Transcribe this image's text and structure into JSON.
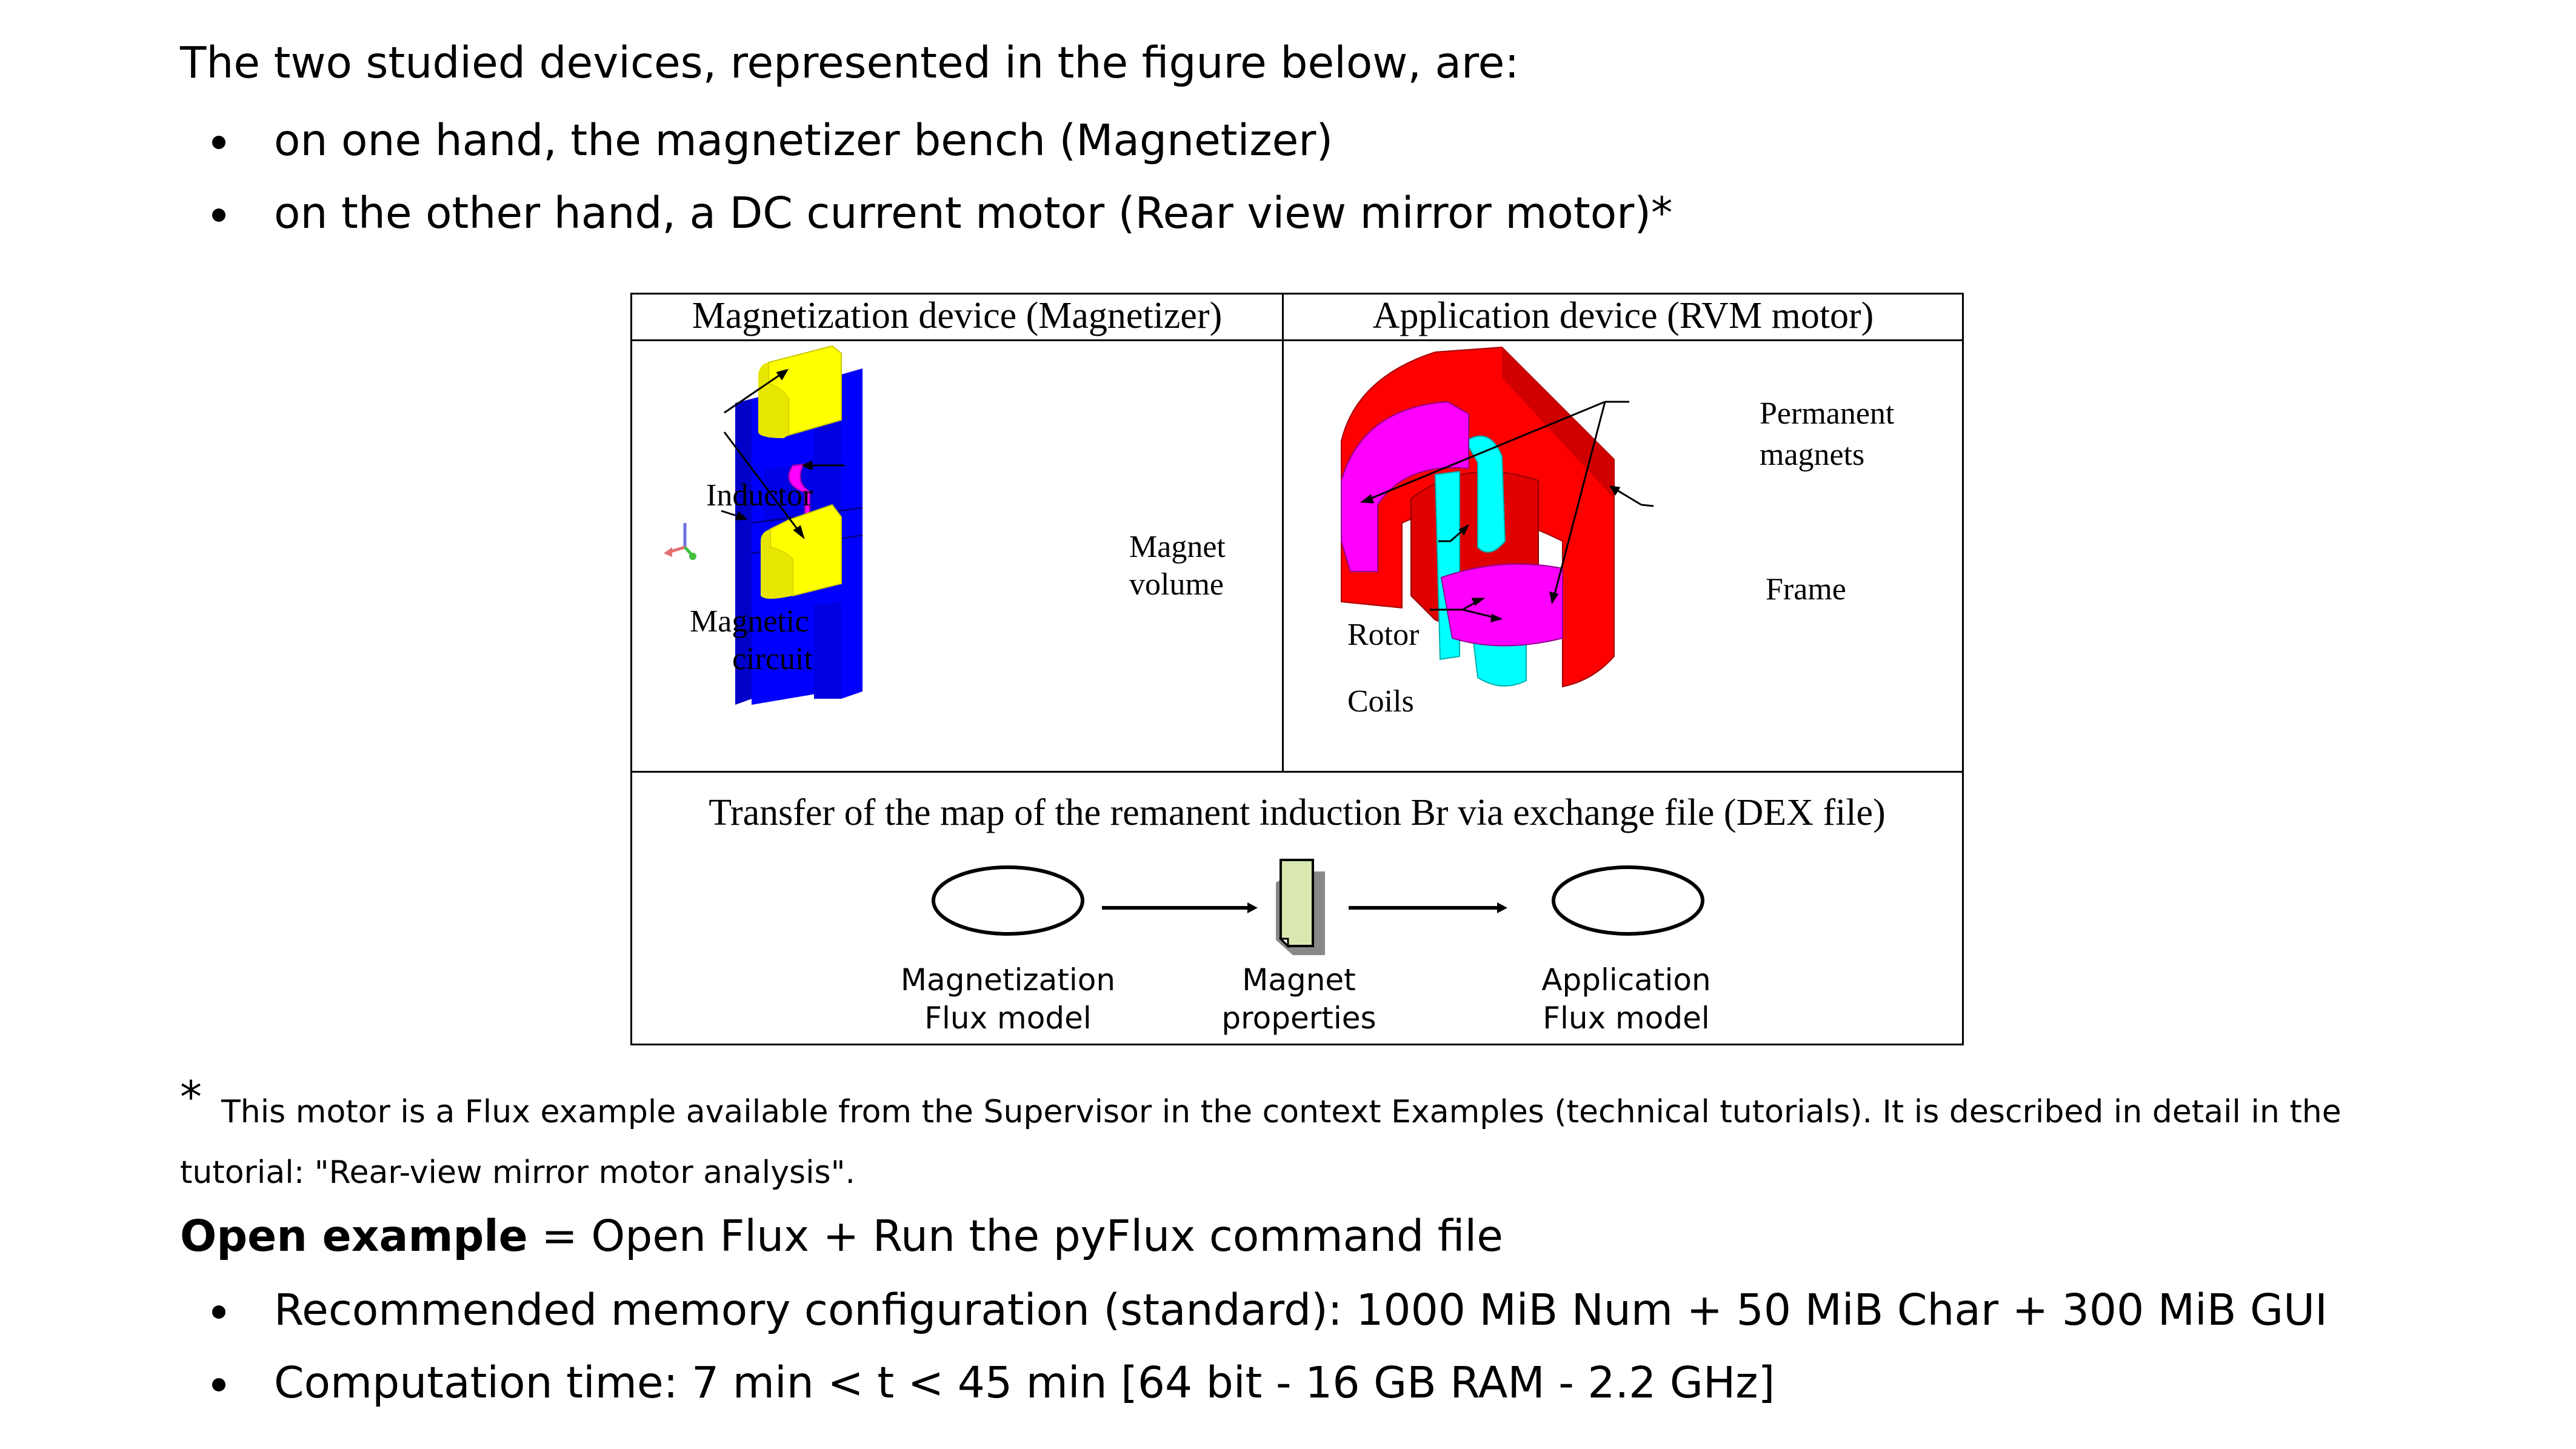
{
  "intro": {
    "text": "The two studied devices, represented in the figure below, are:",
    "bullets": [
      "on one hand, the magnetizer bench (Magnetizer)",
      "on the other hand, a DC current motor (Rear view mirror motor)*"
    ]
  },
  "figure": {
    "left_header": "Magnetization device (Magnetizer)",
    "right_header": "Application device (RVM motor)",
    "magnetizer_labels": {
      "inductor": "Inductor",
      "magnet_volume_1": "Magnet",
      "magnet_volume_2": "volume",
      "magnetic_circuit_1": "Magnetic",
      "magnetic_circuit_2": "circuit"
    },
    "motor_labels": {
      "permanent_magnets_1": "Permanent",
      "permanent_magnets_2": "magnets",
      "frame": "Frame",
      "rotor": "Rotor",
      "coils": "Coils"
    },
    "transfer_title": "Transfer of the map of the remanent induction Br via exchange file (DEX file)",
    "flow": [
      {
        "line1": "Magnetization",
        "line2": "Flux model",
        "shape": "ellipse"
      },
      {
        "line1": "Magnet",
        "line2": "properties",
        "shape": "document-icon"
      },
      {
        "line1": "Application",
        "line2": "Flux model",
        "shape": "ellipse"
      }
    ],
    "colors": {
      "magnetic_circuit": "#0000ff",
      "inductor": "#ffff00",
      "magnet": "#ff00ff",
      "frame": "#ff0000",
      "coils": "#00ffff",
      "document": "#d7e8b0"
    }
  },
  "footnote": {
    "star": "*",
    "line1": "This motor is a Flux example available from the Supervisor in the context Examples (technical tutorials). It is described in detail in the",
    "line2": "tutorial: \"Rear-view mirror motor analysis\"."
  },
  "open_example": {
    "bold": "Open example",
    "rest": " = Open Flux + Run the pyFlux command file",
    "bullets": [
      "Recommended memory configuration (standard): 1000 MiB Num + 50 MiB Char + 300 MiB GUI",
      "Computation time: 7 min < t < 45 min [64 bit - 16 GB RAM - 2.2 GHz]"
    ]
  }
}
